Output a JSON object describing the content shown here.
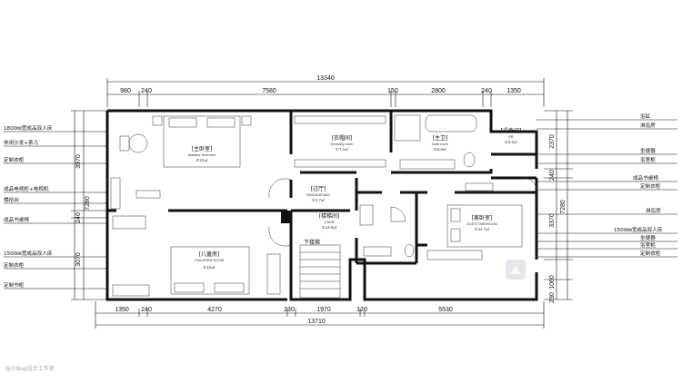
{
  "dimensions": {
    "top_total": "13340",
    "top_segments": [
      "980",
      "240",
      "7580",
      "150",
      "2800",
      "240",
      "1350"
    ],
    "bottom_total": "13710",
    "bottom_segments": [
      "1350",
      "240",
      "4270",
      "230",
      "1970",
      "120",
      "5530"
    ],
    "left_segments": [
      "3970",
      "7280",
      "240",
      "3070"
    ],
    "right_segments": [
      "2370",
      "240",
      "7280",
      "3370",
      "1060",
      "230"
    ]
  },
  "rooms": {
    "master": {
      "name": "[主卧室]",
      "en": "Masters' bedroom",
      "area": "S:22㎡"
    },
    "dressing": {
      "name": "[衣帽间]",
      "en": "Dressing room",
      "area": "S:7.2㎡"
    },
    "bath": {
      "name": "[主卫]",
      "en": "Bath room",
      "area": "S:6.6㎡"
    },
    "equipment": {
      "name": "[设备间]",
      "en": "ER",
      "area": "S:3.2㎡"
    },
    "passage": {
      "name": "[过厅]",
      "en": "PASSAGEWAY",
      "area": "S:4.7㎡"
    },
    "stair": {
      "name": "[楼梯间]",
      "en": "STAIR",
      "area": "S:14.6㎡"
    },
    "guest": {
      "name": "[客卧室]",
      "en": "GUEST BEDROOM",
      "area": "S:11.7㎡"
    },
    "children": {
      "name": "[儿童房]",
      "en": "CHILDREN ROOM",
      "area": "S:15㎡"
    },
    "down_label": "下楼梯"
  },
  "left_labels": [
    "1800㎜宽成品双人床",
    "休闲沙发+茶几",
    "定制衣柜",
    "成品电视柜+电视机",
    "榻拾台",
    "成品书桌椅",
    "1500㎜宽成品双人床",
    "定制衣柜",
    "定制书柜"
  ],
  "right_labels": [
    "浴缸",
    "淋浴房",
    "坐便器",
    "浴室柜",
    "成品书桌椅",
    "定制衣柜",
    "淋浴房",
    "1500㎜宽成品双人床",
    "坐便器",
    "浴室柜",
    "定制衣柜"
  ],
  "watermark": "@小Bug设计工作室"
}
